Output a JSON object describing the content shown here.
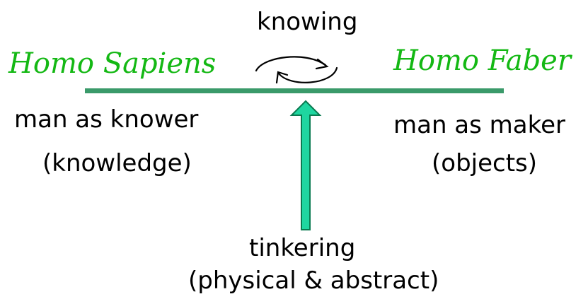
{
  "diagram": {
    "top_label": "knowing",
    "left": {
      "title": "Homo Sapiens",
      "line1": "man as knower",
      "line2": "(knowledge)"
    },
    "right": {
      "title": "Homo  Faber",
      "line1": "man as maker",
      "line2": "(objects)"
    },
    "bottom": {
      "line1": "tinkering",
      "line2": "(physical & abstract)"
    }
  },
  "colors": {
    "title_green": "#14b814",
    "bar_green": "#3a9a6a",
    "arrow_fill": "#1fd6a0",
    "arrow_stroke": "#0a7a50",
    "text": "#000000"
  },
  "icons": {
    "cycle": "cycle-arrows-icon",
    "up_arrow": "up-arrow-icon"
  }
}
